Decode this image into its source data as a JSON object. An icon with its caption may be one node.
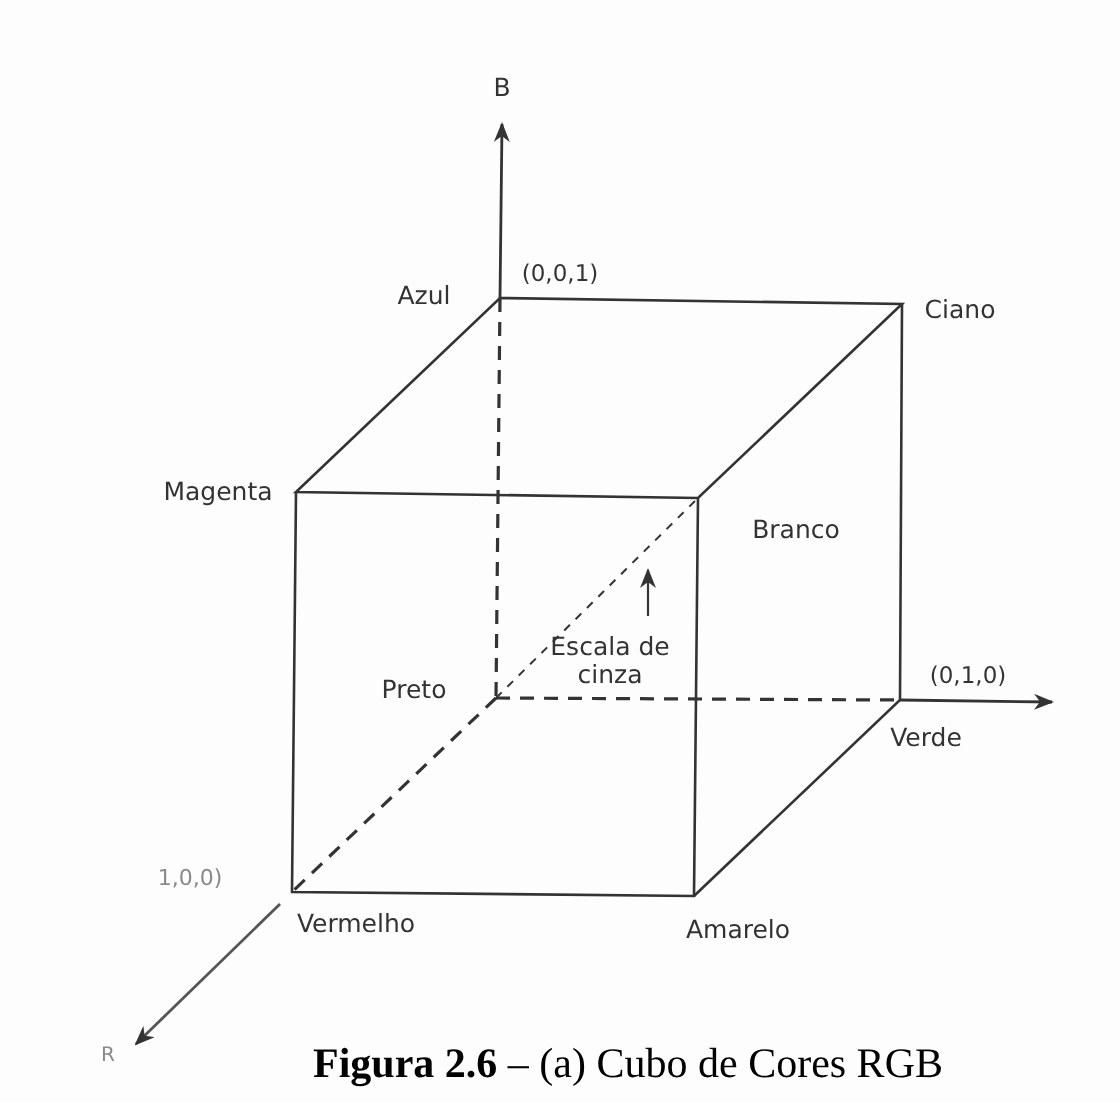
{
  "diagram": {
    "caption": "**Figura 2.6** – (a) Cubo de Cores RGB",
    "labels": [
      "B",
      "Azul",
      "(0,0,1)",
      "Ciano",
      "Magenta",
      "Branco",
      "Escala de cinza",
      "Preto",
      "(0,1,0)",
      "Verde",
      "1,0,0)",
      "Vermelho",
      "Amarelo",
      "R"
    ]
  }
}
